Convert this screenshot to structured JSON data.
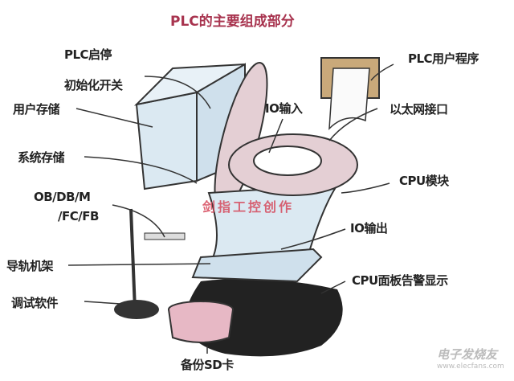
{
  "title": "PLC的主要组成部分",
  "watermark": "剑指工控创作",
  "logo": {
    "name": "电子发烧友",
    "url_text": "www.elecfans.com"
  },
  "labels": {
    "plc_start_stop": "PLC启停",
    "init_switch": "初始化开关",
    "user_memory": "用户存储",
    "system_memory": "系统存储",
    "blocks_line1": "OB/DB/M",
    "blocks_line2": "/FC/FB",
    "rail_rack": "导轨机架",
    "debug_software": "调试软件",
    "backup_sd": "备份SD卡",
    "io_input": "IO输入",
    "user_program": "PLC用户程序",
    "ethernet": "以太网接口",
    "cpu_module": "CPU模块",
    "io_output": "IO输出",
    "cpu_panel_alarm": "CPU面板告警显示"
  },
  "colors": {
    "title": "#a8344f",
    "watermark": "#d64a5c",
    "toilet": "#dbe9f2",
    "seat": "#e4cfd4"
  }
}
